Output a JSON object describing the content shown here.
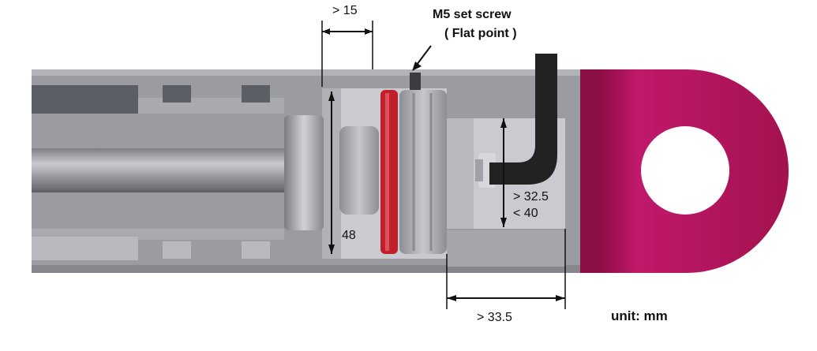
{
  "labels": {
    "set_screw_title": "M5 set screw",
    "set_screw_sub": "( Flat point )",
    "dim_gap": "> 15",
    "dim_bore": "48",
    "dim_rod_min": "> 32.5",
    "dim_rod_max": "< 40",
    "dim_depth": "> 33.5",
    "unit": "unit: mm"
  },
  "colors": {
    "cylinder_body": "#9a9ca2",
    "cylinder_dark": "#6e7077",
    "bore_light": "#c9cbd0",
    "piston": "#b4b6bb",
    "seal": "#c0202a",
    "clevis": "#b0145a",
    "clevis_shade": "#8c0e46",
    "hose": "#222222"
  }
}
